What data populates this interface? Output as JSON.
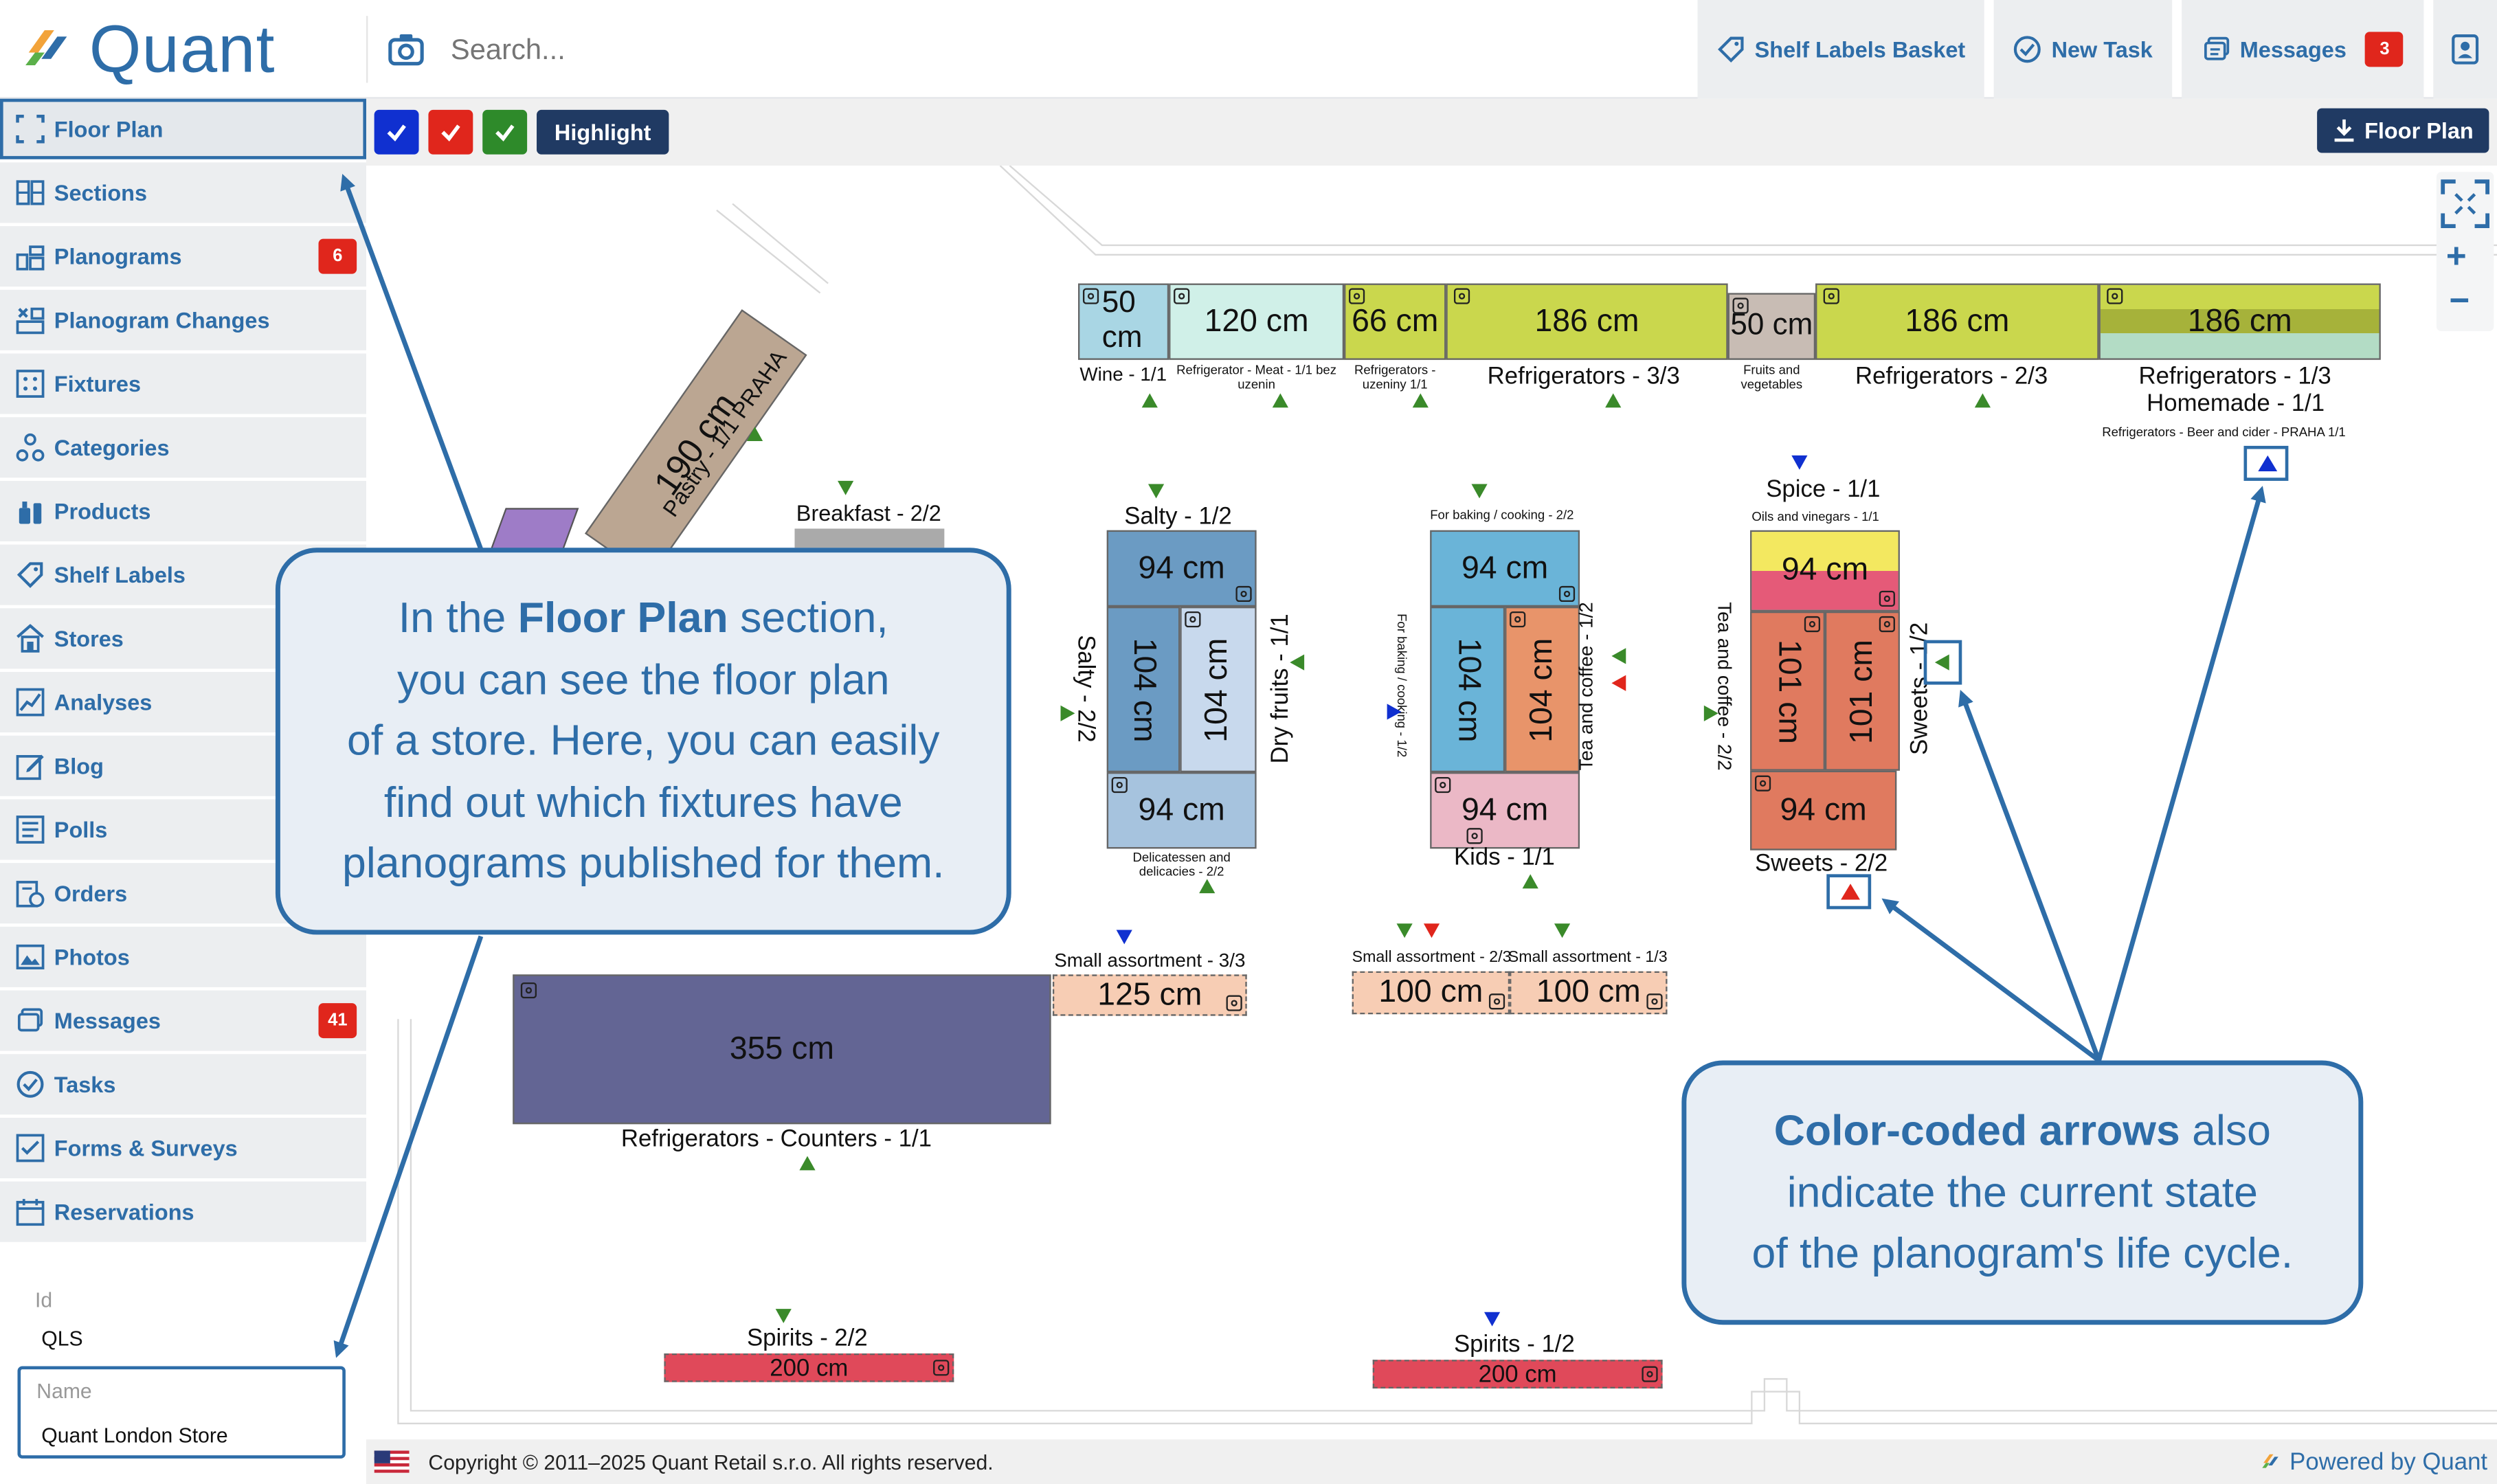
{
  "app": {
    "logo_text": "Quant"
  },
  "search": {
    "placeholder": "Search..."
  },
  "header": {
    "shelf_labels_basket": "Shelf Labels Basket",
    "new_task": "New Task",
    "messages": "Messages",
    "messages_count": "3"
  },
  "sidebar": {
    "items": [
      {
        "label": "Floor Plan",
        "icon": "floor-plan-icon",
        "badge": ""
      },
      {
        "label": "Sections",
        "icon": "sections-icon",
        "badge": ""
      },
      {
        "label": "Planograms",
        "icon": "planograms-icon",
        "badge": "6"
      },
      {
        "label": "Planogram Changes",
        "icon": "planogram-changes-icon",
        "badge": ""
      },
      {
        "label": "Fixtures",
        "icon": "fixtures-icon",
        "badge": ""
      },
      {
        "label": "Categories",
        "icon": "categories-icon",
        "badge": ""
      },
      {
        "label": "Products",
        "icon": "products-icon",
        "badge": ""
      },
      {
        "label": "Shelf Labels",
        "icon": "shelf-labels-icon",
        "badge": ""
      },
      {
        "label": "Stores",
        "icon": "stores-icon",
        "badge": ""
      },
      {
        "label": "Analyses",
        "icon": "analyses-icon",
        "badge": ""
      },
      {
        "label": "Blog",
        "icon": "blog-icon",
        "badge": ""
      },
      {
        "label": "Polls",
        "icon": "polls-icon",
        "badge": ""
      },
      {
        "label": "Orders",
        "icon": "orders-icon",
        "badge": ""
      },
      {
        "label": "Photos",
        "icon": "photos-icon",
        "badge": ""
      },
      {
        "label": "Messages",
        "icon": "messages-icon",
        "badge": "41"
      },
      {
        "label": "Tasks",
        "icon": "tasks-icon",
        "badge": ""
      },
      {
        "label": "Forms & Surveys",
        "icon": "forms-icon",
        "badge": ""
      },
      {
        "label": "Reservations",
        "icon": "reservations-icon",
        "badge": ""
      }
    ],
    "id_label": "Id",
    "id_value": "QLS",
    "name_label": "Name",
    "name_value": "Quant London Store"
  },
  "toolbar": {
    "highlight_label": "Highlight",
    "floor_plan_download": "Floor Plan",
    "checkbox_colors": [
      "#1030d0",
      "#e0261c",
      "#2e8a2a"
    ]
  },
  "floorplan": {
    "fixtures": {
      "wine": {
        "size": "50 cm",
        "label": "Wine - 1/1"
      },
      "meat": {
        "size": "120 cm",
        "label": "Refrigerator - Meat - 1/1 bez uzenin"
      },
      "uzeniny": {
        "size": "66 cm",
        "label": "Refrigerators - uzeniny 1/1"
      },
      "ref33": {
        "size": "186 cm",
        "label": "Refrigerators - 3/3"
      },
      "fruits": {
        "size": "50 cm",
        "label": "Fruits and vegetables"
      },
      "ref23": {
        "size": "186 cm",
        "label": "Refrigerators - 2/3"
      },
      "ref13": {
        "size": "186 cm",
        "label": "Refrigerators - 1/3",
        "label2": "Homemade - 1/1",
        "label3": "Refrigerators - Beer and cider - PRAHA 1/1"
      },
      "pastry": {
        "size": "190 cm",
        "label": "Pastry - 1/1 PRAHA"
      },
      "breakfast": {
        "label": "Breakfast - 2/2"
      },
      "salty12": {
        "size": "94 cm",
        "label": "Salty - 1/2"
      },
      "salty22": {
        "size": "104 cm",
        "label": "Salty - 2/2"
      },
      "dryfruits": {
        "size": "104 cm",
        "label": "Dry fruits - 1/1"
      },
      "deli": {
        "size": "94 cm",
        "label": "Delicatessen and delicacies - 2/2"
      },
      "baking22": {
        "size": "94 cm",
        "label": "For baking / cooking - 2/2"
      },
      "baking12": {
        "size": "104 cm",
        "label": "For baking / cooking - 1/2"
      },
      "tea12": {
        "size": "104 cm",
        "label": "Tea and coffee - 1/2"
      },
      "kids": {
        "size": "94 cm",
        "label": "Kids - 1/1"
      },
      "spice": {
        "size": "94 cm",
        "label": "Spice - 1/1",
        "label2": "Oils and vinegars - 1/1"
      },
      "tea22": {
        "size": "101 cm",
        "label": "Tea and coffee - 2/2"
      },
      "sweets12": {
        "size": "101 cm",
        "label": "Sweets - 1/2"
      },
      "sweets22": {
        "size": "94 cm",
        "label": "Sweets - 2/2"
      },
      "small33": {
        "size": "125 cm",
        "label": "Small assortment - 3/3"
      },
      "small23": {
        "size": "100 cm",
        "label": "Small assortment - 2/3"
      },
      "small13": {
        "size": "100 cm",
        "label": "Small assortment - 1/3"
      },
      "counters": {
        "size": "355 cm",
        "label": "Refrigerators - Counters - 1/1"
      },
      "spirits22": {
        "size": "200 cm",
        "label": "Spirits - 2/2"
      },
      "spirits12": {
        "size": "200 cm",
        "label": "Spirits - 1/2"
      }
    }
  },
  "callouts": {
    "floorplan": {
      "l1a": "In the ",
      "l1b": "Floor Plan",
      "l1c": " section,",
      "l2": "you can see the floor plan",
      "l3": "of a store. Here, you can easily",
      "l4": "find out which fixtures have",
      "l5": "planograms published for them."
    },
    "arrows": {
      "l1a": "Color-coded arrows",
      "l1b": " also",
      "l2": "indicate the current state",
      "l3": "of the planogram's life cycle."
    }
  },
  "footer": {
    "copyright": "Copyright © 2011–2025 Quant Retail s.r.o. All rights reserved.",
    "powered": "Powered by Quant"
  },
  "colors": {
    "accent": "#2e6da8",
    "badge": "#e0261c",
    "arrow_green": "#3a8a2a",
    "arrow_red": "#e0261c",
    "arrow_blue": "#1030d0"
  }
}
